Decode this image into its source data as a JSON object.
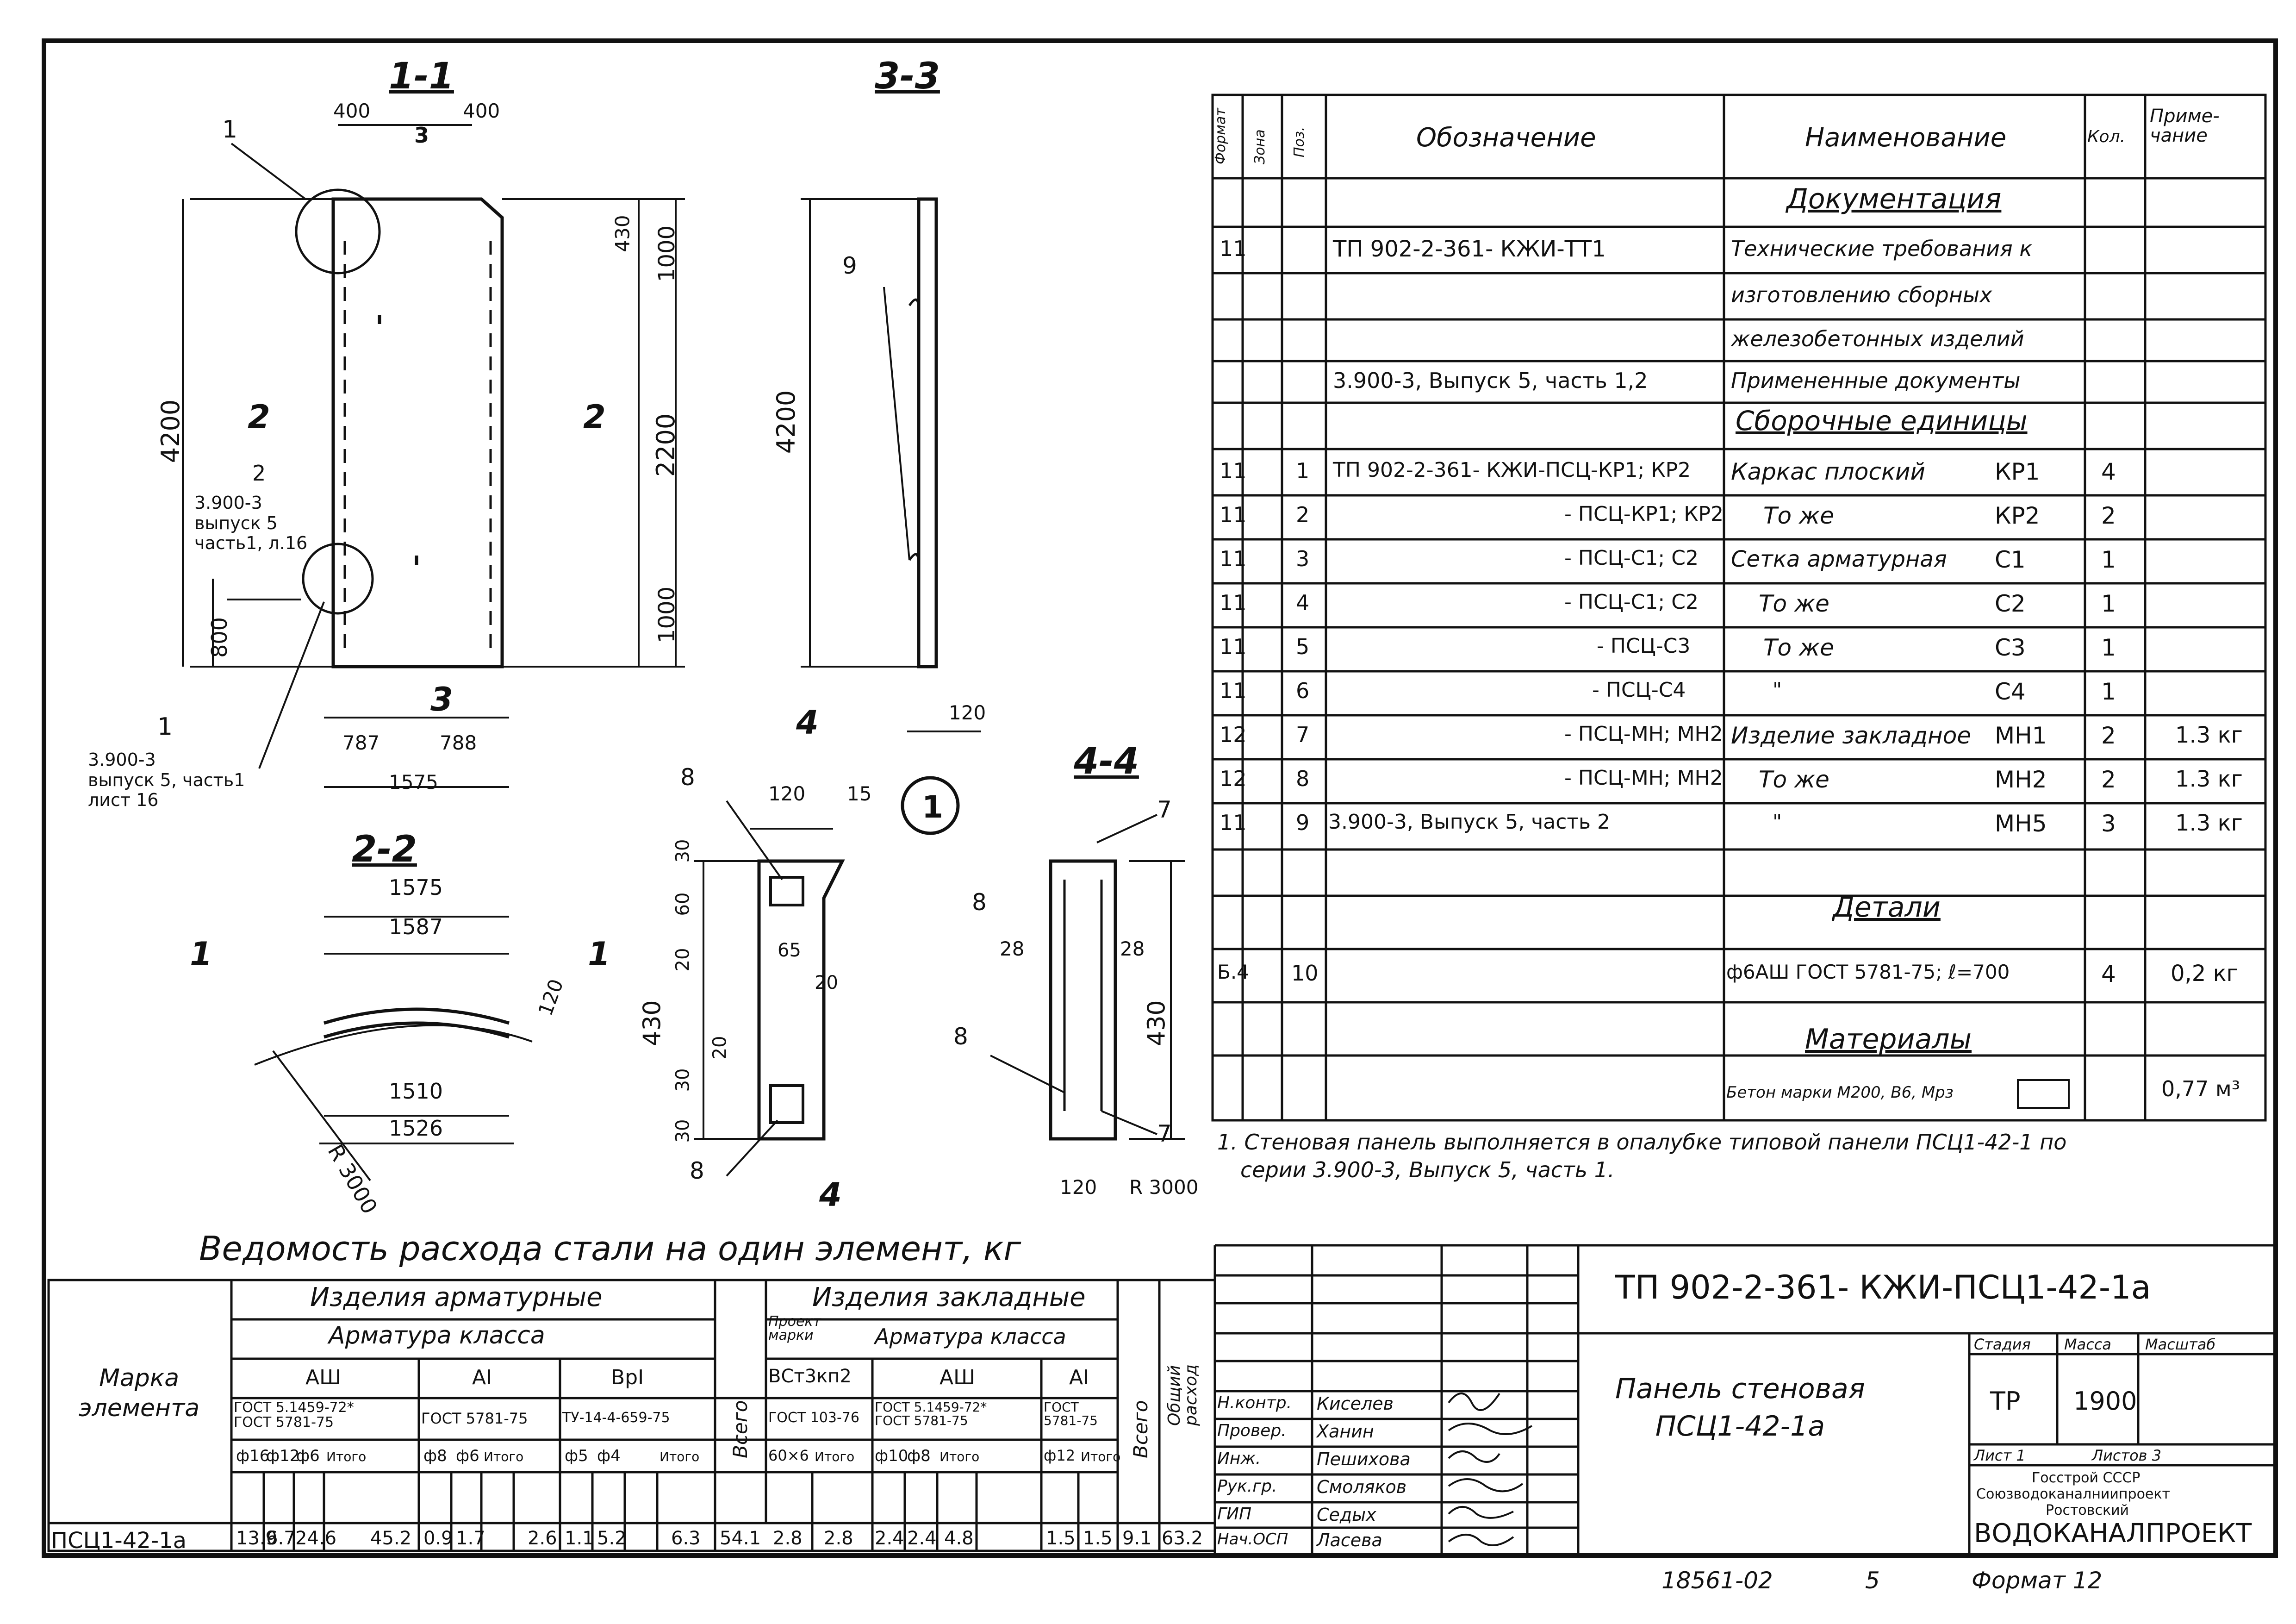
{
  "sections": {
    "s11": "1-1",
    "s33": "3-3",
    "s22": "2-2",
    "s44": "4-4",
    "marker4": "4",
    "marker3": "3",
    "marker2l": "2",
    "marker2r": "2",
    "marker1l": "1",
    "marker1r": "1",
    "marker4b": "4"
  },
  "dims": {
    "d400a": "400",
    "d400b": "400",
    "d430a": "430",
    "d1000a": "1000",
    "d4200a": "4200",
    "d2200": "2200",
    "d1000b": "1000",
    "d800": "800",
    "d787": "787",
    "d788": "788",
    "d1575a": "1575",
    "d4200b": "4200",
    "d120a": "120",
    "d1575b": "1575",
    "d1587": "1587",
    "d120b": "120",
    "d1510": "1510",
    "d1526": "1526",
    "dR3000a": "R 3000",
    "d120c": "120",
    "d15": "15",
    "d30a": "30",
    "d60": "60",
    "d20a": "20",
    "d65": "65",
    "d20b": "20",
    "d430b": "430",
    "d20c": "20",
    "d30b": "30",
    "d30c": "30",
    "d28a": "28",
    "d28b": "28",
    "d430c": "430",
    "d120d": "120",
    "dR3000b": "R 3000"
  },
  "callouts": {
    "c1top": "1",
    "c3": "3",
    "c2": "2",
    "ref2": "3.900-3\nвыпуск 5\nчасть1, л.16",
    "c1bottom": "1",
    "ref1": "3.900-3\nвыпуск 5, часть1\nлист 16",
    "c9": "9",
    "c8a": "8",
    "c8b": "8",
    "c8c": "8",
    "c8d": "8",
    "c7a": "7",
    "c7b": "7",
    "circle1": "1"
  },
  "spec": {
    "headers": {
      "format": "Формат",
      "zone": "Зона",
      "pos": "Поз.",
      "designation": "Обозначение",
      "name": "Наименование",
      "qty": "Кол.",
      "note": "Приме-\nчание"
    },
    "section_docs": "Документация",
    "section_units": "Сборочные единицы",
    "section_details": "Детали",
    "section_materials": "Материалы",
    "rows": [
      {
        "format": "11",
        "pos": "",
        "designation": "ТП 902-2-361- КЖИ-ТТ1",
        "name": "Технические требования к",
        "qty": "",
        "note": ""
      },
      {
        "format": "",
        "pos": "",
        "designation": "",
        "name": "изготовлению сборных",
        "qty": "",
        "note": ""
      },
      {
        "format": "",
        "pos": "",
        "designation": "",
        "name": "железобетонных изделий",
        "qty": "",
        "note": ""
      },
      {
        "format": "",
        "pos": "",
        "designation": "3.900-3, Выпуск 5, часть 1,2",
        "name": "Примененные документы",
        "qty": "",
        "note": ""
      },
      {
        "format": "11",
        "pos": "1",
        "designation": "ТП 902-2-361- КЖИ-ПСЦ-КР1; КР2",
        "name": "Каркас плоский",
        "mark": "КР1",
        "qty": "4",
        "note": ""
      },
      {
        "format": "11",
        "pos": "2",
        "designation": "- ПСЦ-КР1; КР2",
        "name": "То же",
        "mark": "КР2",
        "qty": "2",
        "note": ""
      },
      {
        "format": "11",
        "pos": "3",
        "designation": "- ПСЦ-С1; С2",
        "name": "Сетка арматурная",
        "mark": "С1",
        "qty": "1",
        "note": ""
      },
      {
        "format": "11",
        "pos": "4",
        "designation": "- ПСЦ-С1; С2",
        "name": "То же",
        "mark": "С2",
        "qty": "1",
        "note": ""
      },
      {
        "format": "11",
        "pos": "5",
        "designation": "- ПСЦ-С3",
        "name": "То же",
        "mark": "С3",
        "qty": "1",
        "note": ""
      },
      {
        "format": "11",
        "pos": "6",
        "designation": "- ПСЦ-С4",
        "name": "\"",
        "mark": "С4",
        "qty": "1",
        "note": ""
      },
      {
        "format": "12",
        "pos": "7",
        "designation": "- ПСЦ-МН; МН2",
        "name": "Изделие закладное",
        "mark": "МН1",
        "qty": "2",
        "note": "1.3 кг"
      },
      {
        "format": "12",
        "pos": "8",
        "designation": "- ПСЦ-МН; МН2",
        "name": "То же",
        "mark": "МН2",
        "qty": "2",
        "note": "1.3 кг"
      },
      {
        "format": "11",
        "pos": "9",
        "designation": "3.900-3, Выпуск 5, часть 2",
        "name": "\"",
        "mark": "МН5",
        "qty": "3",
        "note": "1.3 кг"
      },
      {
        "format": "Б.4",
        "pos": "10",
        "designation": "",
        "name": "ф6АШ ГОСТ 5781-75; ℓ=700",
        "mark": "",
        "qty": "4",
        "note": "0,2 кг"
      },
      {
        "format": "",
        "pos": "",
        "designation": "",
        "name": "Бетон марки М200, В6, Мрз",
        "mark": "",
        "qty": "",
        "note": "0,77 м³"
      }
    ]
  },
  "notes": {
    "n1a": "1. Стеновая панель выполняется в опалубке типовой панели ПСЦ1-42-1 по",
    "n1b": "серии 3.900-3, Выпуск 5, часть 1."
  },
  "steel": {
    "title": "Ведомость расхода стали на один элемент, кг",
    "mark_header": "Марка\nэлемента",
    "group_rebar": "Изделия арматурные",
    "group_embed": "Изделия закладные",
    "rebar_class": "Арматура класса",
    "embed_class": "Арматура класса",
    "proj_mark": "Проект\nмарки",
    "total": "Всего",
    "grand_total": "Общий\nрасход",
    "a3": "АШ",
    "a1": "АI",
    "bp1": "ВрI",
    "vst": "ВСт3кп2",
    "ea3": "АШ",
    "ea1": "АI",
    "gost_a3": "ГОСТ 5.1459-72*\nГОСТ 5781-75",
    "gost_a1": "ГОСТ 5781-75",
    "gost_bp": "ТУ-14-4-659-75",
    "gost_vst": "ГОСТ 103-76",
    "gost_ea3": "ГОСТ 5.1459-72*\nГОСТ 5781-75",
    "gost_ea1": "ГОСТ\n5781-75",
    "cols": [
      "ф16",
      "ф12",
      "ф6",
      "Итого",
      "ф8",
      "ф6",
      "Итого",
      "ф5",
      "ф4",
      "Итого",
      "",
      "60×6",
      "Итого",
      "ф10",
      "ф8",
      "Итого",
      "ф12",
      "Итого",
      "",
      ""
    ],
    "row_mark": "ПСЦ1-42-1а",
    "values": [
      "13.9",
      "6.7",
      "24.6",
      "45.2",
      "0.9",
      "1.7",
      "2.6",
      "1.1",
      "5.2",
      "6.3",
      "54.1",
      "2.8",
      "2.8",
      "2.4",
      "2.4",
      "4.8",
      "1.5",
      "1.5",
      "9.1",
      "63.2"
    ]
  },
  "stamp": {
    "code": "ТП 902-2-361- КЖИ-ПСЦ1-42-1а",
    "title": "Панель стеновая\nПСЦ1-42-1а",
    "stage_h": "Стадия",
    "mass_h": "Масса",
    "scale_h": "Масштаб",
    "stage": "ТР",
    "mass": "1900",
    "sheet": "Лист 1",
    "sheets": "Листов 3",
    "org1": "Госстрой СССР",
    "org2": "Союзводоканалниипроект",
    "org3": "Ростовский",
    "org4": "ВОДОКАНАЛПРОЕКТ",
    "roles": [
      "Н.контр.",
      "Провер.",
      "Инж.",
      "Рук.гр.",
      "ГИП",
      "Нач.ОСП"
    ],
    "names": [
      "Киселев",
      "Ханин",
      "Пешихова",
      "Смоляков",
      "Седых",
      "Ласева"
    ]
  },
  "footer": {
    "num": "18561-02",
    "page": "5",
    "format": "Формат 12"
  }
}
